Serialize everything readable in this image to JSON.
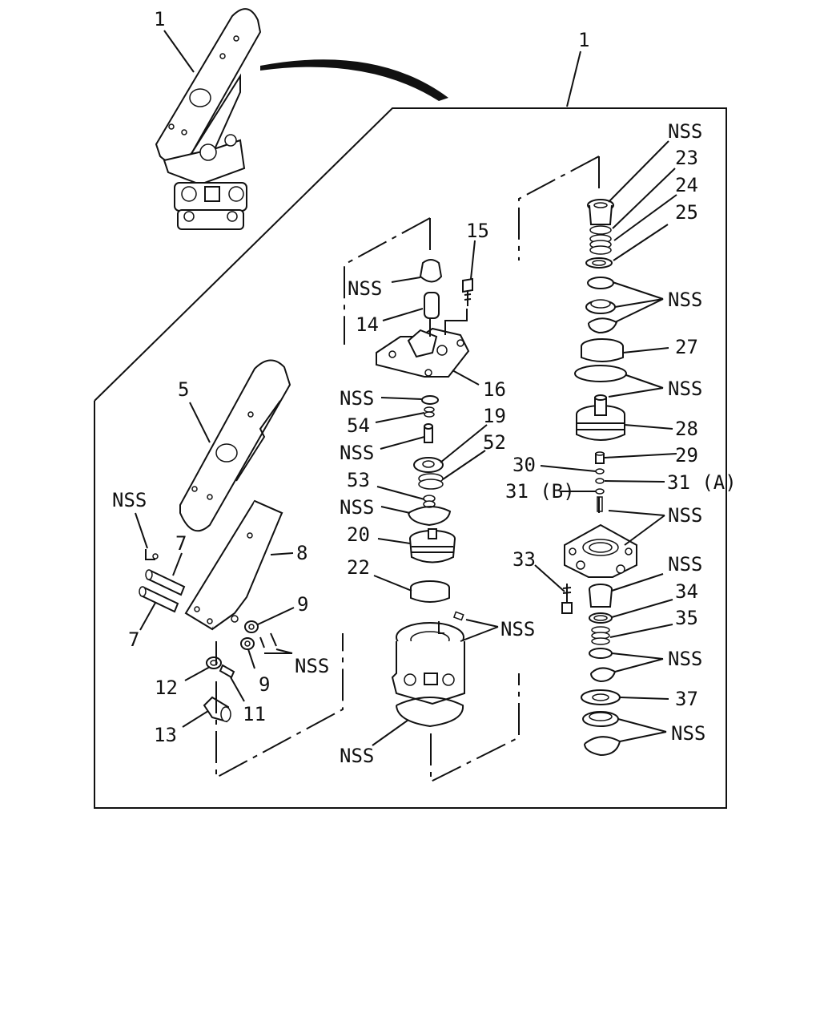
{
  "labels": {
    "assy_outer": "1",
    "assy_inner": "1",
    "pedal": "5",
    "pin_upper": "7",
    "pin_lower": "7",
    "bracket": "8",
    "washer_upper": "9",
    "washer_lower": "9",
    "nut_stud": "11",
    "nut": "12",
    "stopper": "13",
    "boot_stop": "14",
    "bolt_top": "15",
    "cover": "16",
    "seat": "19",
    "piston": "20",
    "ring": "22",
    "collar": "23",
    "washer_24": "24",
    "spring_25": "25",
    "sleeve": "27",
    "piston_28": "28",
    "bolt_29": "29",
    "washer_30": "30",
    "washer_31a": "31 (A)",
    "washer_31b": "31 (B)",
    "bolt_33": "33",
    "plunger_34": "34",
    "spring_35": "35",
    "washer_37": "37",
    "spring_52": "52",
    "spring_53": "53",
    "oring_54": "54",
    "nss": "NSS"
  }
}
